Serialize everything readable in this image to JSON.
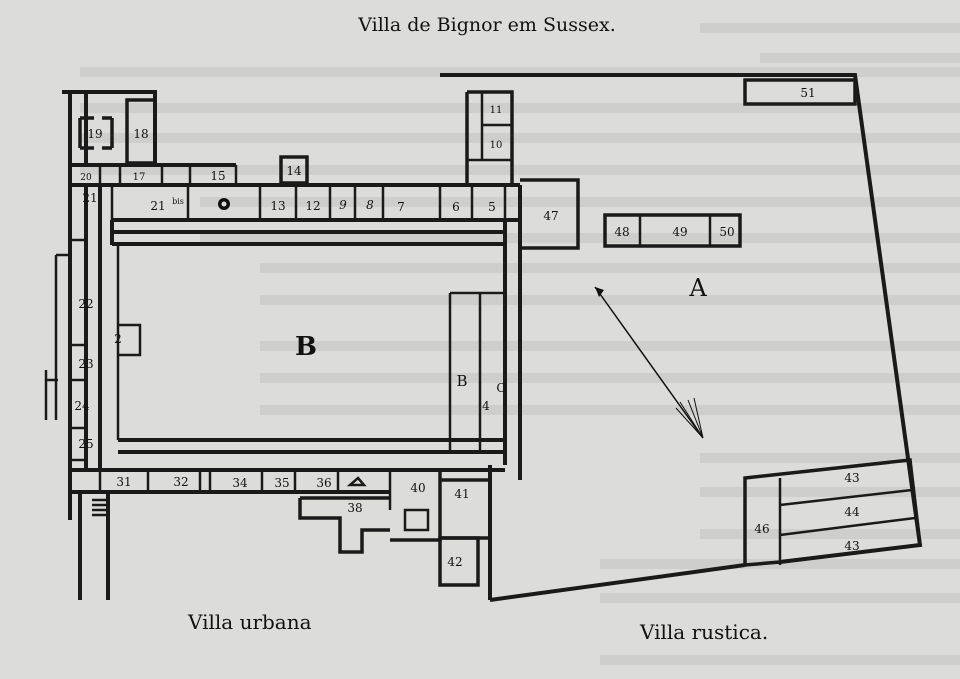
{
  "title": "Villa de Bignor em Sussex.",
  "captions": {
    "urbana": "Villa urbana",
    "rustica": "Villa rustica."
  },
  "area_labels": {
    "B_large": "B",
    "A": "A",
    "B_small": "B",
    "C": "C"
  },
  "rooms": {
    "r2": "2",
    "r4": "4",
    "r5": "5",
    "r6": "6",
    "r7": "7",
    "r8": "8",
    "r9": "9",
    "r10": "10",
    "r11": "11",
    "r12": "12",
    "r13": "13",
    "r14": "14",
    "r15": "15",
    "r17": "17",
    "r18": "18",
    "r19": "19",
    "r20": "20",
    "r21": "21",
    "r21bis": "21",
    "r21bis_sup": "bis",
    "r22": "22",
    "r23": "23",
    "r24": "24",
    "r25": "25",
    "r31": "31",
    "r32": "32",
    "r34": "34",
    "r35": "35",
    "r36": "36",
    "r38": "38",
    "r40": "40",
    "r41": "41",
    "r42": "42",
    "r43a": "43",
    "r43b": "43",
    "r44": "44",
    "r46": "46",
    "r47": "47",
    "r48": "48",
    "r49": "49",
    "r50": "50",
    "r51": "51"
  },
  "colors": {
    "ink": "#1a1a1a",
    "paper": "#dcdcda",
    "bleed_through": "#b3b3b1"
  }
}
